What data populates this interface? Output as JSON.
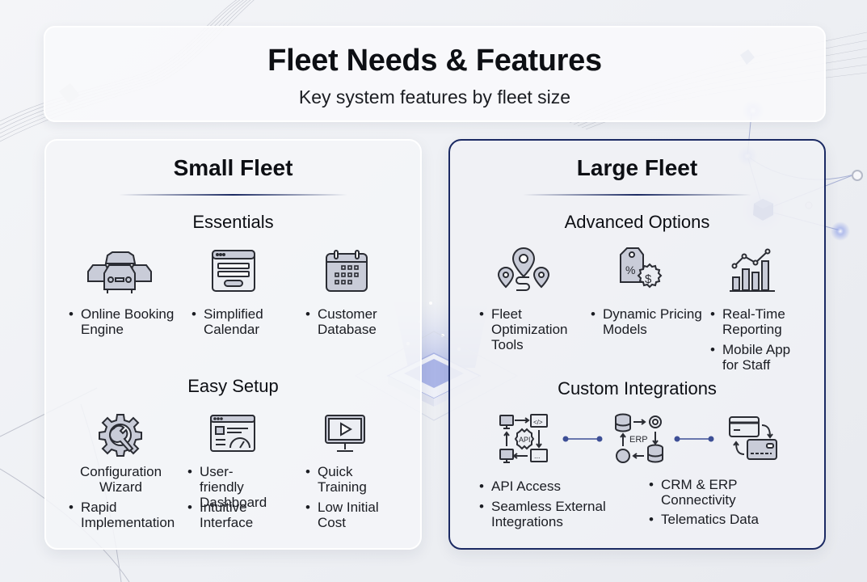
{
  "header": {
    "title": "Fleet Needs & Features",
    "subtitle": "Key system features by fleet size"
  },
  "small_fleet": {
    "title": "Small Fleet",
    "sections": [
      {
        "title": "Essentials",
        "items": [
          {
            "icon": "cars-icon",
            "bullets": [
              "Online Booking Engine"
            ]
          },
          {
            "icon": "form-window-icon",
            "bullets": [
              "Simplified Calendar"
            ]
          },
          {
            "icon": "calendar-icon",
            "bullets": [
              "Customer Database"
            ]
          }
        ]
      },
      {
        "title": "Easy Setup",
        "items": [
          {
            "icon": "gear-wrench-icon",
            "heading": "Configuration Wizard",
            "bullets": [
              "Rapid Implementation"
            ]
          },
          {
            "icon": "dashboard-window-icon",
            "bullets": [
              "User-friendly Dashboard",
              "Intuitive Interface"
            ]
          },
          {
            "icon": "video-monitor-icon",
            "bullets": [
              "Quick Training",
              "Low Initial Cost"
            ]
          }
        ]
      }
    ]
  },
  "large_fleet": {
    "title": "Large Fleet",
    "sections": [
      {
        "title": "Advanced Options",
        "items": [
          {
            "icon": "map-pins-route-icon",
            "bullets": [
              "Fleet Optimization Tools"
            ]
          },
          {
            "icon": "price-tag-dollar-icon",
            "bullets": [
              "Dynamic Pricing Models"
            ]
          },
          {
            "icon": "bar-line-chart-icon",
            "bullets": [
              "Real-Time Reporting",
              "Mobile App for Staff"
            ]
          }
        ]
      },
      {
        "title": "Custom Integrations",
        "icon_labels": {
          "api": "API",
          "erp": "ERP",
          "code": "</>",
          "dots": "..."
        },
        "items": [
          {
            "icon": "api-flow-icon",
            "bullets": [
              "API Access",
              "Seamless External Integrations"
            ]
          },
          {
            "icon": "erp-database-flow-icon",
            "bullets": [
              "CRM & ERP Connectivity",
              "Telematics Data"
            ]
          },
          {
            "icon": "payment-cards-sync-icon",
            "bullets": []
          }
        ]
      }
    ]
  },
  "colors": {
    "accent_navy": "#1b2a63",
    "icon_fill": "#c9ccd8",
    "icon_stroke": "#2a2c33",
    "glow_blue": "#5a6fc8",
    "text": "#111111"
  },
  "bullet_char": "•"
}
